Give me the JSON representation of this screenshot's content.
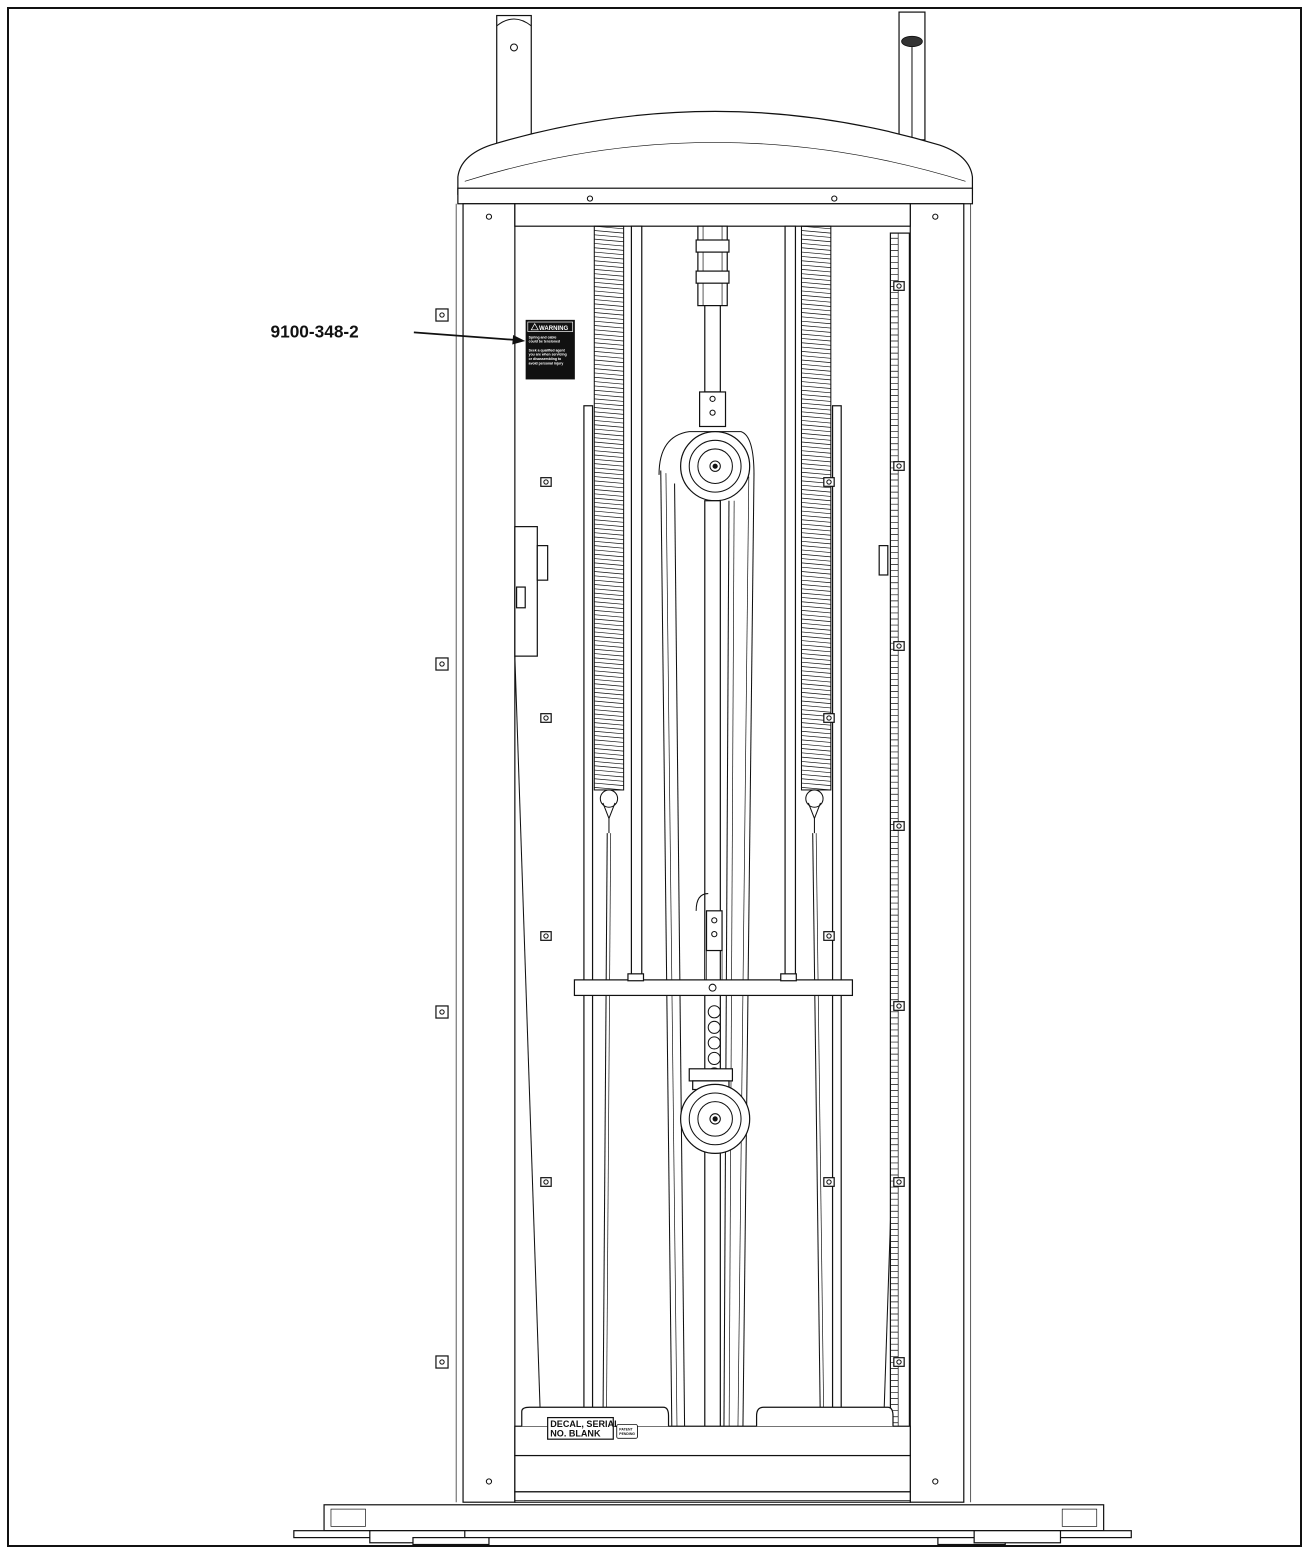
{
  "callout": {
    "part_number": "9100-348-2"
  },
  "warning_decal": {
    "title": "WARNING",
    "lines": [
      "Spring and cable",
      "could be tensioned",
      "",
      "Seek a qualified agent",
      "you are when servicing",
      "or disassembling to",
      "avoid personal injury"
    ]
  },
  "serial_decal": {
    "line1": "DECAL, SERIAL",
    "line2": "NO. BLANK"
  },
  "patent_decal": {
    "line1": "PATENT",
    "line2": "PENDING"
  },
  "colors": {
    "line": "#111111",
    "background": "#ffffff"
  }
}
